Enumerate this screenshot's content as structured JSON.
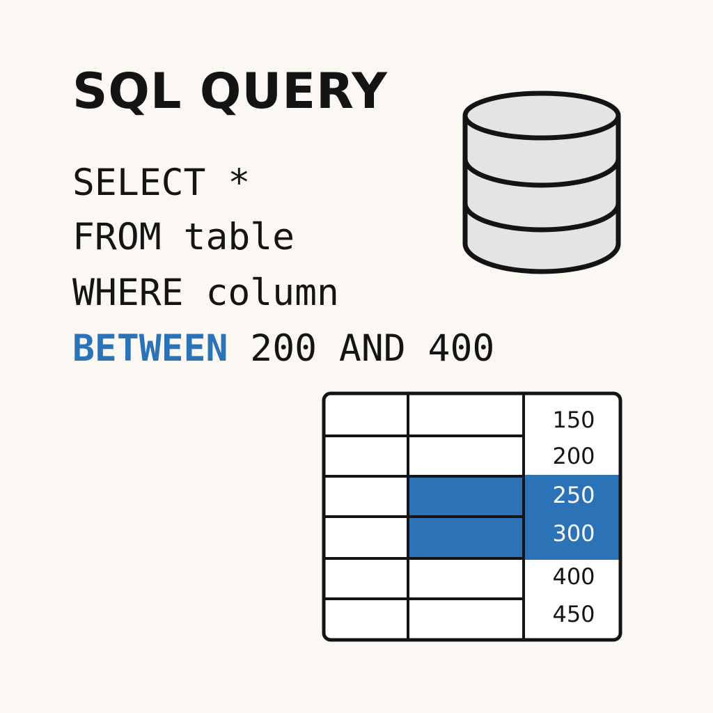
{
  "title": "SQL QUERY",
  "query": {
    "line1": "SELECT *",
    "line2": "FROM table",
    "line3": "WHERE column",
    "line4_keyword": "BETWEEN",
    "line4_rest": " 200 AND 400"
  },
  "colors": {
    "background": "#fbf8f4",
    "text": "#141414",
    "highlight": "#2c72b6",
    "highlight_text": "#ffffff",
    "db_fill": "#e4e4e4",
    "outline": "#141414"
  },
  "icons": {
    "database": "database-icon"
  },
  "table": {
    "values": [
      "150",
      "200",
      "250",
      "300",
      "400",
      "450"
    ],
    "highlighted": [
      false,
      false,
      true,
      true,
      false,
      false
    ]
  }
}
